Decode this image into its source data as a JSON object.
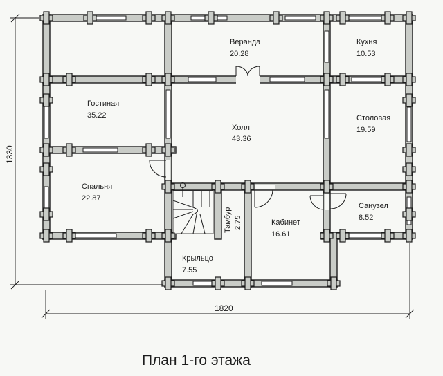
{
  "title": "План 1-го этажа",
  "dimensions": {
    "width": "1820",
    "height": "1330"
  },
  "rooms": [
    {
      "name": "Веранда",
      "area": "20.28"
    },
    {
      "name": "Кухня",
      "area": "10.53"
    },
    {
      "name": "Гостиная",
      "area": "35.22"
    },
    {
      "name": "Холл",
      "area": "43.36"
    },
    {
      "name": "Столовая",
      "area": "19.59"
    },
    {
      "name": "Спальня",
      "area": "22.87"
    },
    {
      "name": "Тамбур",
      "area": "2.75"
    },
    {
      "name": "Кабинет",
      "area": "16.61"
    },
    {
      "name": "Санузел",
      "area": "8.52"
    },
    {
      "name": "Крыльцо",
      "area": "7.55"
    }
  ],
  "colors": {
    "wall": "#c9ccc7",
    "line": "#1d1d1d",
    "background": "#f7f8f5"
  }
}
